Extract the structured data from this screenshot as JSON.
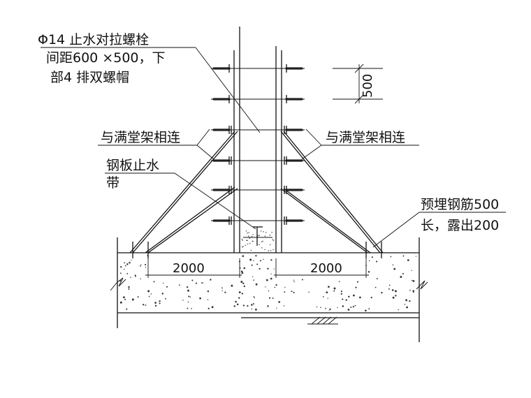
{
  "labels": {
    "bolt_line1": "Φ14 止水对拉螺栓",
    "bolt_line2": "间距600 ×500，下",
    "bolt_line3": "部4 排双螺帽",
    "scaffold_left": "与满堂架相连",
    "scaffold_right": "与满堂架相连",
    "waterstop_line1": "钢板止水",
    "waterstop_line2": "带",
    "rebar_line1": "预埋钢筋500",
    "rebar_line2": "长，露出200"
  },
  "dimensions": {
    "spacing": "500",
    "left_width": "2000",
    "right_width": "2000"
  }
}
